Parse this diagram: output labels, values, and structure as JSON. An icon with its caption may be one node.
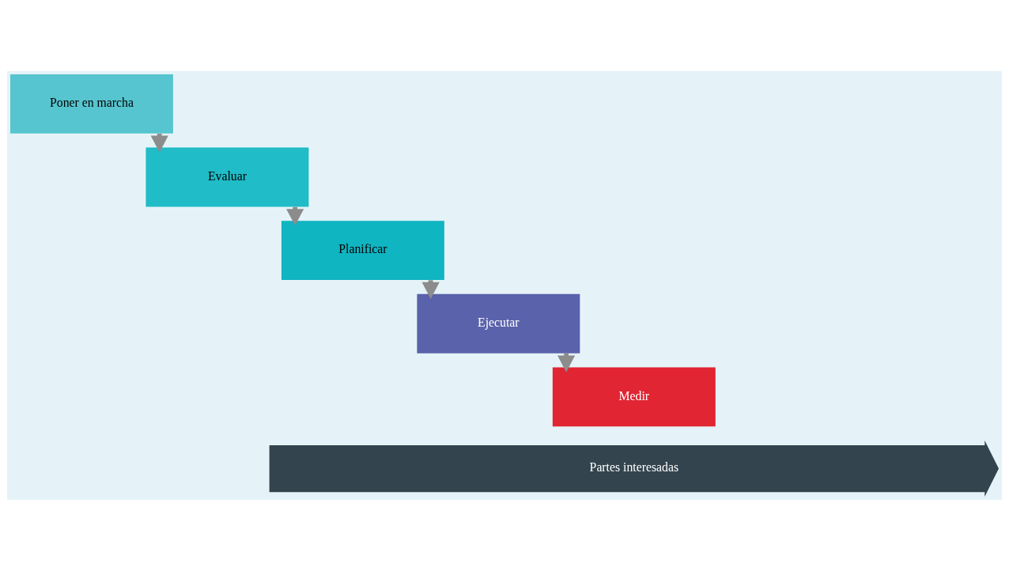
{
  "diagram": {
    "nodes": [
      {
        "text": [
          "Poner en marcha"
        ]
      },
      {
        "text": [
          "Evaluar"
        ]
      },
      {
        "text": [
          "Planificar"
        ]
      },
      {
        "text": [
          "Ejecutar"
        ]
      },
      {
        "text": [
          "Medir"
        ]
      },
      {
        "text": [
          "Partes interesadas"
        ]
      }
    ],
    "edges": [
      {
        "from": 0,
        "to": 1,
        "arrow": "to"
      },
      {
        "from": 1,
        "to": 2,
        "arrow": "to"
      },
      {
        "from": 2,
        "to": 3,
        "arrow": "to"
      },
      {
        "from": 3,
        "to": 4,
        "arrow": "to"
      }
    ]
  }
}
